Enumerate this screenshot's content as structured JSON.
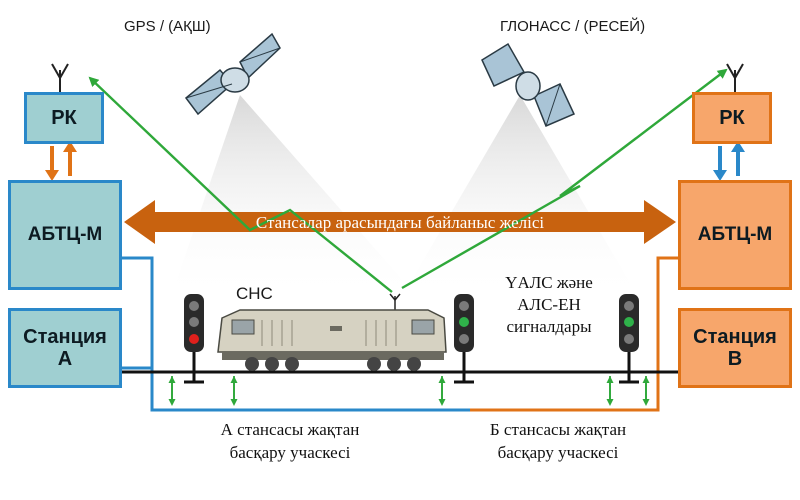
{
  "satellites": {
    "gps_label": "GPS / (АҚШ)",
    "glonass_label": "ГЛОНАСС / (РЕСЕЙ)"
  },
  "station_a": {
    "rk": "РК",
    "abtc": "АБТЦ-М",
    "station": "Станция А"
  },
  "station_b": {
    "rk": "РК",
    "abtc": "АБТЦ-М",
    "station": "Станция В"
  },
  "link_label": "Стансалар арасындағы байланыс желісі",
  "train_label": "СНС",
  "signals_label_line1": "ҮАЛС және",
  "signals_label_line2": "АЛС-ЕН",
  "signals_label_line3": "сигналдары",
  "section_a_line1": "А стансасы жақтан",
  "section_a_line2": "басқару учаскесі",
  "section_b_line1": "Б стансасы жақтан",
  "section_b_line2": "басқару учаскесі",
  "colors": {
    "left_fill": "#9fcfd1",
    "left_border": "#2a88c9",
    "right_fill": "#f7a66b",
    "right_border": "#e07317",
    "link_arrow": "#c8620f",
    "gps_arrow": "#2fa83a",
    "signal_red": "#e0201c",
    "signal_green": "#2fb24a"
  }
}
